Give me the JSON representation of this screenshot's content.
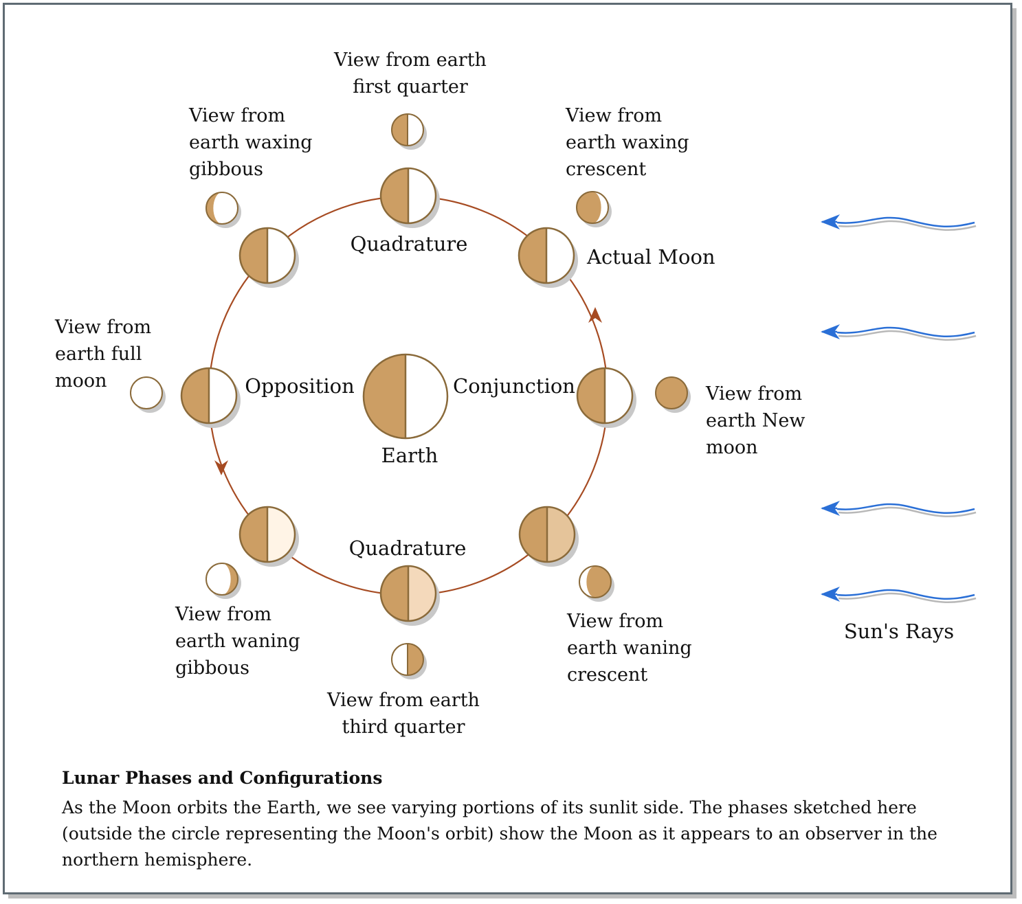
{
  "labels": {
    "earth": "Earth",
    "opposition": "Opposition",
    "conjunction": "Conjunction",
    "quadrature_top": "Quadrature",
    "quadrature_bottom": "Quadrature",
    "actual_moon": "Actual Moon",
    "suns_rays": "Sun's Rays"
  },
  "views": {
    "first_quarter": [
      "View from earth",
      "first quarter"
    ],
    "waxing_gibbous": [
      "View from",
      "earth waxing",
      "gibbous"
    ],
    "waxing_crescent": [
      "View from",
      "earth waxing",
      "crescent"
    ],
    "full_moon": [
      "View from",
      "earth full",
      "moon"
    ],
    "new_moon": [
      "View from",
      "earth New",
      "moon"
    ],
    "waning_gibbous": [
      "View from",
      "earth waning",
      "gibbous"
    ],
    "waning_crescent": [
      "View from",
      "earth waning",
      "crescent"
    ],
    "third_quarter": [
      "View from earth",
      "third quarter"
    ]
  },
  "caption": {
    "title": "Lunar Phases and Configurations",
    "body": "As the Moon orbits the Earth, we see varying portions of its sunlit side. The phases sketched here (outside the circle representing the Moon's orbit) show the Moon as it appears to an observer in the northern hemisphere."
  },
  "colors": {
    "dark_side": "#cc9e64",
    "light_side": "#ffffff",
    "outline": "#8a6a3a",
    "orbit": "#a64b22",
    "rays": "#2a6fd6",
    "shadow": "#c8c8c8"
  }
}
